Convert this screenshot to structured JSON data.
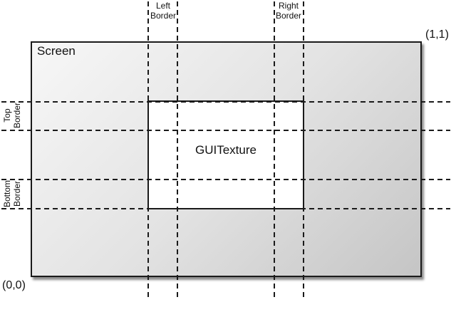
{
  "diagram": {
    "screen": {
      "label": "Screen"
    },
    "texture": {
      "label": "GUITexture"
    },
    "coords": {
      "origin": "(0,0)",
      "top_right": "(1,1)"
    },
    "borders": {
      "left": {
        "line1": "Left",
        "line2": "Border"
      },
      "right": {
        "line1": "Right",
        "line2": "Border"
      },
      "top": {
        "line1": "Top",
        "line2": "Border"
      },
      "bottom": {
        "line1": "Bottom",
        "line2": "Border"
      }
    },
    "colors": {
      "line": "#1a1a1a",
      "screen_gradient_start": "#f7f7f7",
      "screen_gradient_end": "#c5c5c5",
      "texture_fill": "#ffffff",
      "background": "#ffffff"
    }
  }
}
